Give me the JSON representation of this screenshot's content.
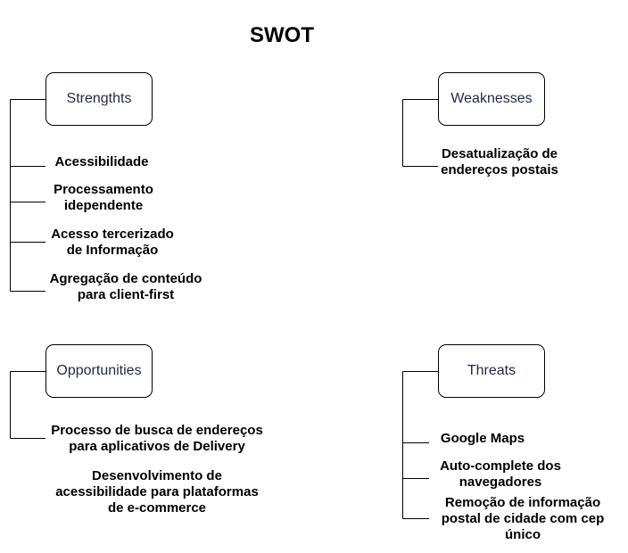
{
  "title": "SWOT",
  "strengths": {
    "label": "Strengthts",
    "items": [
      "Acessibilidade",
      "Processamento\nidependente",
      "Acesso tercerizado\nde Informação",
      "Agregação de conteúdo\npara client-first"
    ]
  },
  "weaknesses": {
    "label": "Weaknesses",
    "items": [
      "Desatualização de\nendereços postais"
    ]
  },
  "opportunities": {
    "label": "Opportunities",
    "items": [
      "Processo de busca de endereços\npara aplicativos de Delivery",
      "Desenvolvimento de\nacessibilidade para plataformas\nde e-commerce"
    ]
  },
  "threats": {
    "label": "Threats",
    "items": [
      "Google Maps",
      "Auto-complete dos\nnavegadores",
      "Remoção de informação\npostal de cidade com cep\núnico"
    ]
  }
}
